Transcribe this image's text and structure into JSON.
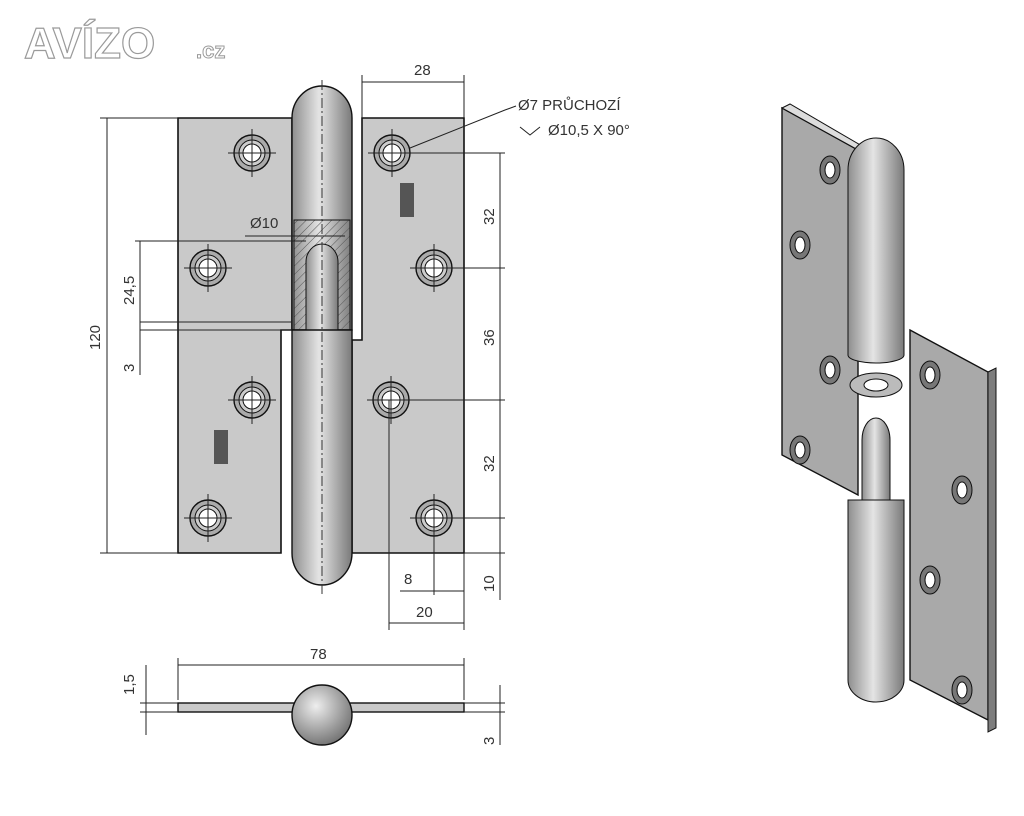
{
  "logo": {
    "main": "AVÍZO",
    "suffix": ".cz"
  },
  "front_view": {
    "dim_width_top": "28",
    "hole_note_line1": "Ø7 PRŮCHOZÍ",
    "hole_note_line2": "Ø10,5 X 90°",
    "dim_pin_diameter": "Ø10",
    "dim_height": "120",
    "dim_pin_length": "24,5",
    "dim_gap": "3",
    "dim_hole_spacing_1": "32",
    "dim_hole_spacing_2": "36",
    "dim_hole_spacing_3": "32",
    "dim_edge_bottom": "10",
    "dim_hole_offset": "8",
    "dim_hole_from_edge": "20"
  },
  "bottom_view": {
    "dim_total_width": "78",
    "dim_thickness": "1,5",
    "dim_offset": "3"
  },
  "colors": {
    "plate": "#c9c9c9",
    "knuckle": "#b5b5b5",
    "line": "#222222"
  }
}
